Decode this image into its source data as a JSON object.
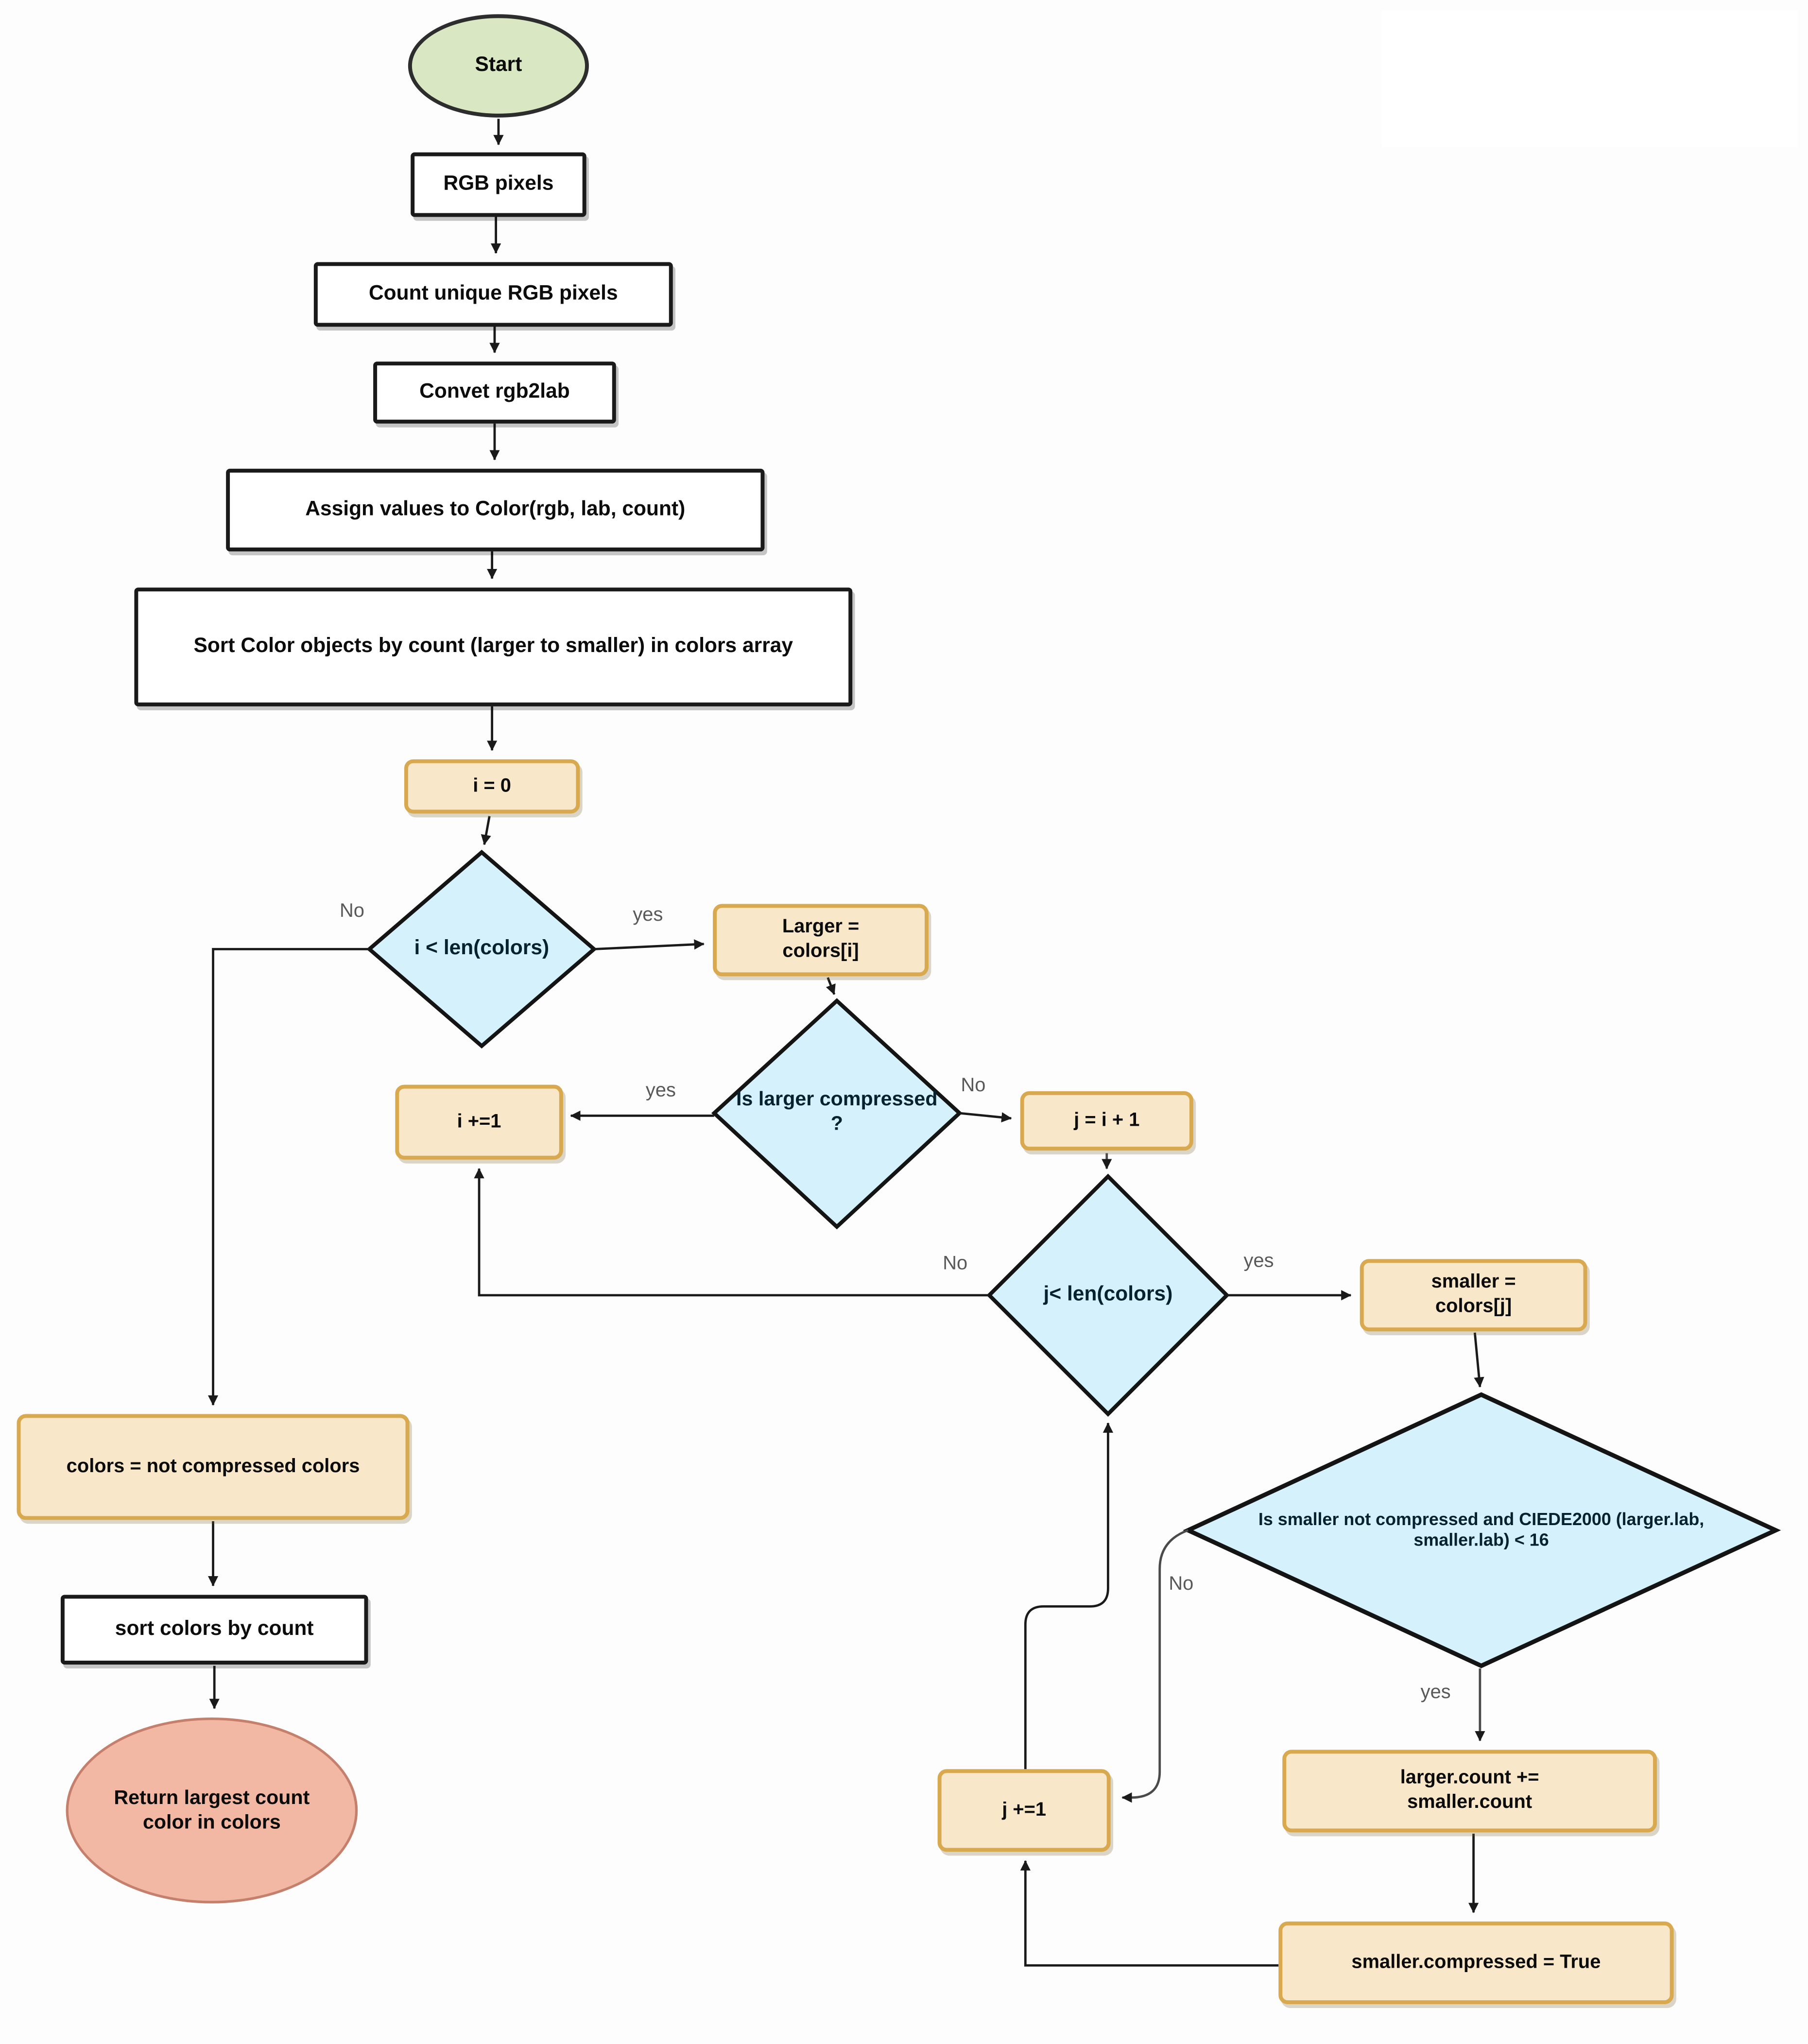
{
  "title": "Color compression algorithm flowchart",
  "colors": {
    "background": "#fdfdfd",
    "terminal_start_fill": "#d9e8c2",
    "terminal_start_border": "#2d2d2d",
    "terminal_end_fill": "#f2b8a3",
    "terminal_end_border": "#c4806c",
    "process_fill": "#ffffff",
    "process_border": "#1a1a1a",
    "assign_fill": "#f8e7c9",
    "assign_border": "#d8a94f",
    "decision_fill": "#d5f1fb",
    "decision_border": "#141414",
    "edge": "#1a1a1a",
    "edge_label_text": "#595959"
  },
  "nodes": {
    "start": {
      "label": "Start",
      "type": "terminal"
    },
    "rgb_pixels": {
      "label": "RGB pixels",
      "type": "process"
    },
    "count_unique": {
      "label": "Count unique RGB pixels",
      "type": "process"
    },
    "convert": {
      "label": "Convet rgb2lab",
      "type": "process"
    },
    "assign_values": {
      "label": "Assign values to Color(rgb, lab, count)",
      "type": "process"
    },
    "sort_objects": {
      "label": "Sort Color objects by count (larger to smaller) in colors array",
      "type": "process"
    },
    "i_init": {
      "label": "i = 0",
      "type": "assignment"
    },
    "i_cond": {
      "label": "i < len(colors)",
      "type": "decision"
    },
    "larger_assign": {
      "label": "Larger = colors[i]",
      "type": "assignment"
    },
    "larger_compressed": {
      "label": "Is larger compressed ?",
      "type": "decision"
    },
    "i_inc": {
      "label": "i +=1",
      "type": "assignment"
    },
    "j_init": {
      "label": "j = i + 1",
      "type": "assignment"
    },
    "j_cond": {
      "label": "j< len(colors)",
      "type": "decision"
    },
    "smaller_assign": {
      "label": "smaller = colors[j]",
      "type": "assignment"
    },
    "ciede_cond": {
      "label": "Is smaller not compressed and CIEDE2000 (larger.lab, smaller.lab) < 16",
      "type": "decision"
    },
    "add_count": {
      "label": "larger.count += smaller.count",
      "type": "assignment"
    },
    "set_compressed": {
      "label": "smaller.compressed = True",
      "type": "assignment"
    },
    "j_inc": {
      "label": "j +=1",
      "type": "assignment"
    },
    "filter_colors": {
      "label": "colors = not compressed colors",
      "type": "assignment"
    },
    "sort_colors": {
      "label": "sort colors by count",
      "type": "process"
    },
    "return_color": {
      "label": "Return largest count color in colors",
      "type": "terminal"
    }
  },
  "edge_labels": {
    "i_cond_no": "No",
    "i_cond_yes": "yes",
    "larger_yes": "yes",
    "larger_no": "No",
    "j_cond_no": "No",
    "j_cond_yes": "yes",
    "ciede_no": "No",
    "ciede_yes": "yes"
  }
}
